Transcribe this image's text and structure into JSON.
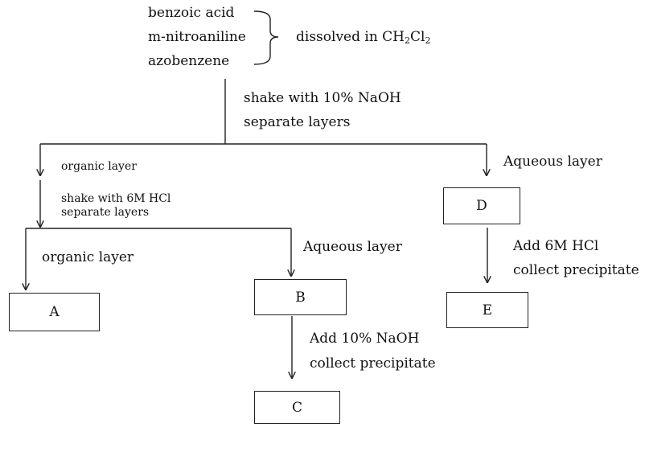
{
  "start": {
    "compounds": [
      "benzoic acid",
      "m-nitroaniline",
      "azobenzene"
    ],
    "solvent_prefix": "dissolved in CH",
    "solvent_sub1": "2",
    "solvent_mid": "Cl",
    "solvent_sub2": "2"
  },
  "step1": {
    "line1": "shake with 10% NaOH",
    "line2": "separate layers"
  },
  "left_branch": {
    "label": "organic layer",
    "step_line1": "shake with 6M HCl",
    "step_line2": "separate layers",
    "organic_label": "organic layer",
    "aqueous_label": "Aqueous layer"
  },
  "right_branch": {
    "label": "Aqueous layer"
  },
  "step_b": {
    "line1": "Add 10% NaOH",
    "line2": "collect precipitate"
  },
  "step_d": {
    "line1": "Add 6M HCl",
    "line2": "collect precipitate"
  },
  "boxes": {
    "a": "A",
    "b": "B",
    "c": "C",
    "d": "D",
    "e": "E"
  }
}
